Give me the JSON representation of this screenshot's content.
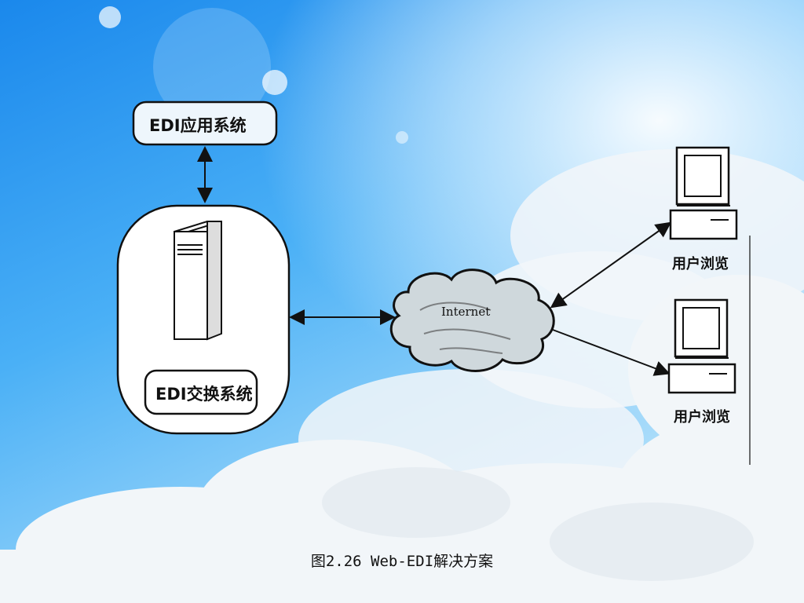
{
  "diagram": {
    "app_system_label": "EDI应用系统",
    "exchange_system_label": "EDI交换系统",
    "cloud_label": "Internet",
    "client_top_label": "用户浏览",
    "client_bottom_label": "用户浏览"
  },
  "caption": "图2.26 Web-EDI解决方案",
  "colors": {
    "sky_top": "#1e8ff0",
    "sky_mid": "#6bc2fa",
    "cloud_white": "#f4f8fb",
    "line": "#111111"
  }
}
